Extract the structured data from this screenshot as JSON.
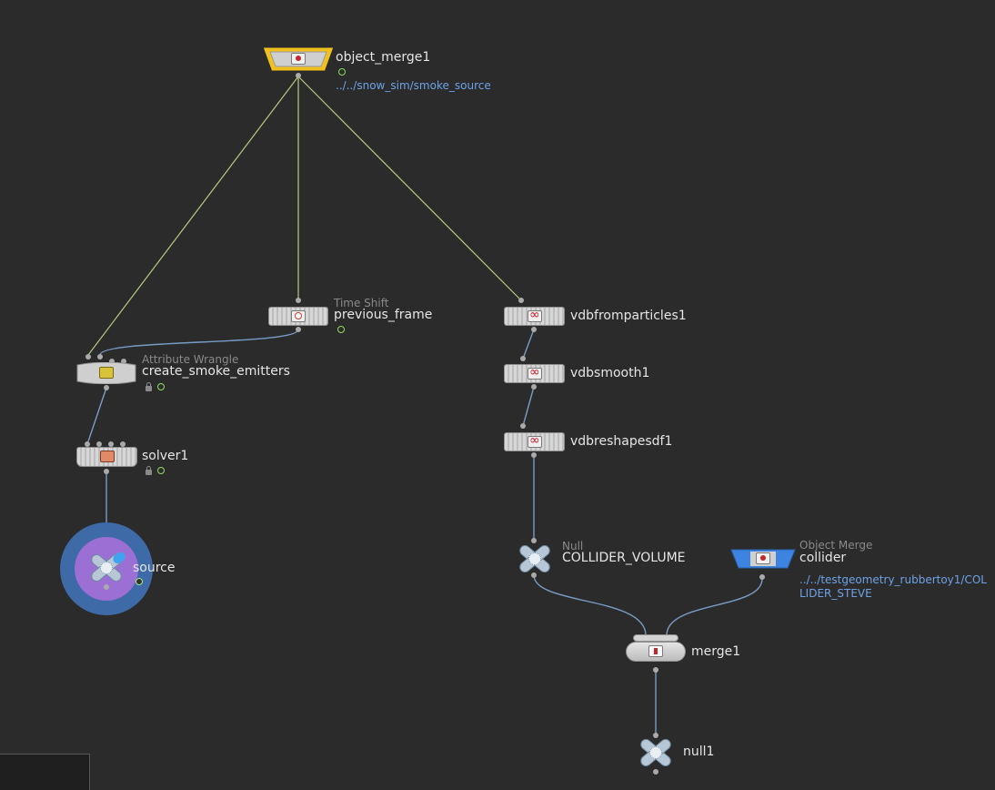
{
  "nodes": {
    "object_merge1": {
      "name": "object_merge1",
      "path": "../../snow_sim/smoke_source"
    },
    "previous_frame": {
      "type": "Time Shift",
      "name": "previous_frame"
    },
    "vdbfromparticles1": {
      "name": "vdbfromparticles1"
    },
    "create_smoke_emitters": {
      "type": "Attribute Wrangle",
      "name": "create_smoke_emitters"
    },
    "vdbsmooth1": {
      "name": "vdbsmooth1"
    },
    "vdbreshapesdf1": {
      "name": "vdbreshapesdf1"
    },
    "solver1": {
      "name": "solver1"
    },
    "source": {
      "name": "source"
    },
    "collider_volume": {
      "type": "Null",
      "name": "COLLIDER_VOLUME"
    },
    "collider": {
      "type": "Object Merge",
      "name": "collider",
      "path_line1": "../../testgeometry_rubbertoy1/COL",
      "path_line2": "LIDER_STEVE"
    },
    "merge1": {
      "name": "merge1"
    },
    "null1": {
      "name": "null1"
    }
  },
  "colors": {
    "background": "#2b2b2b",
    "selected_outline": "#f2c01c",
    "wire_green": "#b4cc7e",
    "wire_blue": "#7a9cc4",
    "path_text": "#6ea2e6",
    "flag_green": "#8fdc60",
    "source_ring": "#3f6aa8",
    "source_disc": "#9b6fd3",
    "collider_blue": "#3d84e0"
  },
  "icons": [
    "object-merge-icon",
    "time-shift-icon",
    "vdb-icon",
    "attribute-wrangle-icon",
    "solver-icon",
    "null-icon",
    "merge-icon"
  ]
}
